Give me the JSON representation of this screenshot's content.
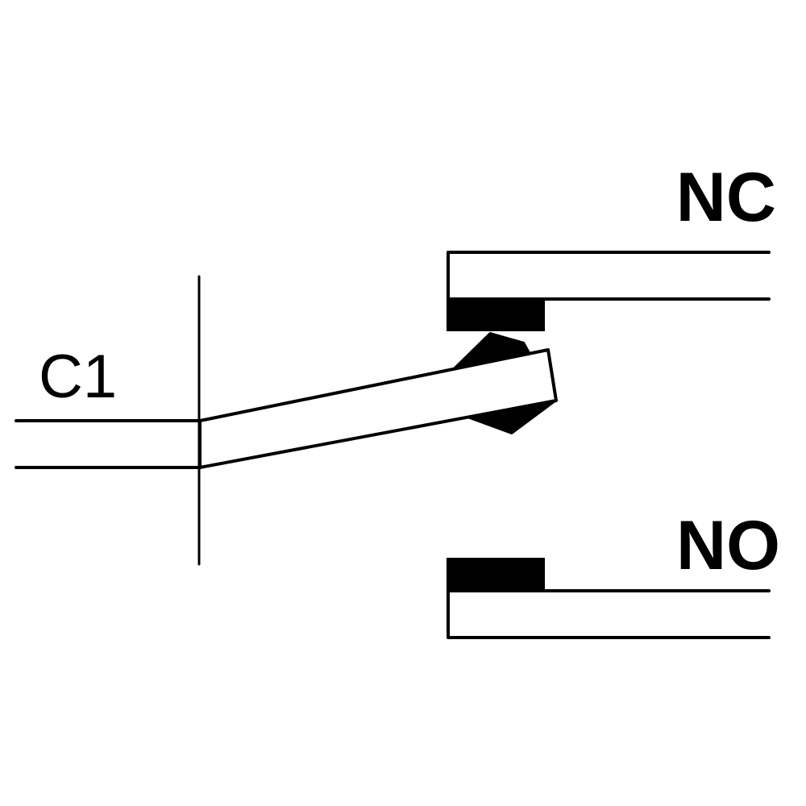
{
  "labels": {
    "common": "C1",
    "normally_closed": "NC",
    "normally_open": "NO"
  },
  "colors": {
    "background": "#ffffff",
    "line": "#000000"
  }
}
